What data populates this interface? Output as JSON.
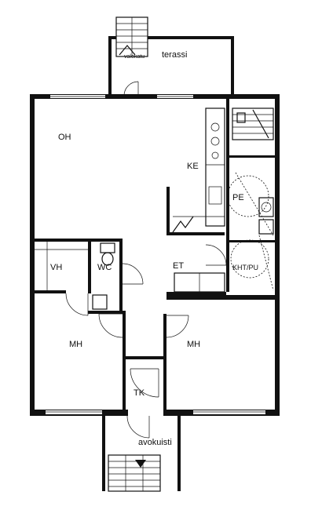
{
  "rooms": {
    "terrace": "terassi",
    "living_room": "OH",
    "kitchen": "KE",
    "laundry": "PE",
    "bath_sauna": "KHT/PU",
    "closet": "VH",
    "toilet": "WC",
    "hall": "ET",
    "bedroom_left": "MH",
    "bedroom_right": "MH",
    "storage": "TK",
    "balcony": "avokuisti",
    "stair_top_note": "valokatu"
  }
}
